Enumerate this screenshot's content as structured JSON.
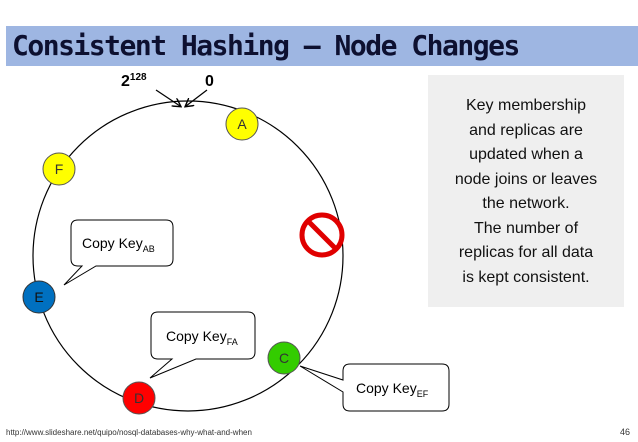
{
  "slide": {
    "title": "Consistent Hashing – Node Changes",
    "footer_url": "http://www.slideshare.net/quipo/nosql-databases-why-what-and-when",
    "page_number": "46"
  },
  "ring": {
    "top_label_left_base": "2",
    "top_label_left_exp": "128",
    "top_label_right": "0"
  },
  "nodes": [
    {
      "label": "A",
      "color": "#ffff00"
    },
    {
      "label": "F",
      "color": "#ffff00"
    },
    {
      "label": "E",
      "color": "#0070c0"
    },
    {
      "label": "D",
      "color": "#ff0000"
    },
    {
      "label": "C",
      "color": "#33cc00"
    }
  ],
  "removed_node": {
    "icon": "prohibited-icon",
    "color": "#e00000"
  },
  "callouts": [
    {
      "text": "Copy Key",
      "sub": "AB"
    },
    {
      "text": "Copy Key",
      "sub": "FA"
    },
    {
      "text": "Copy Key",
      "sub": "EF"
    }
  ],
  "info": {
    "lines": [
      "Key membership",
      "and replicas are",
      "updated when a",
      "node joins or leaves",
      "the network.",
      "The number of",
      "replicas for all data",
      "is kept consistent."
    ]
  }
}
